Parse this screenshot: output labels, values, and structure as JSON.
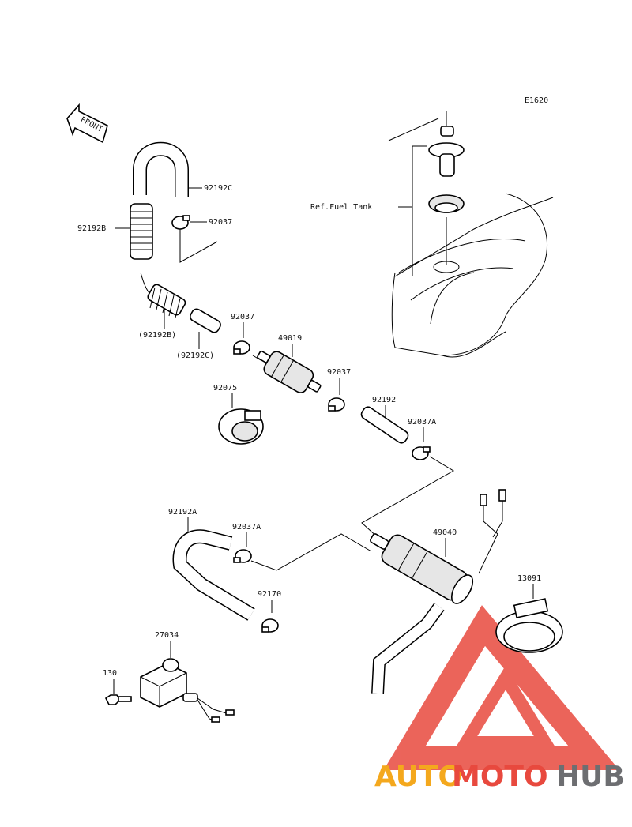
{
  "diagram": {
    "code": "E1620",
    "front_label": "FRONT",
    "ref_label": "Ref.Fuel Tank",
    "parts": [
      "92192C",
      "92037",
      "92192B",
      "(92192B)",
      "(92192C)",
      "92037",
      "49019",
      "92075",
      "92037",
      "92192",
      "92037A",
      "92192A",
      "92037A",
      "49040",
      "13091",
      "92170",
      "27034",
      "130"
    ]
  },
  "watermark": {
    "brand_auto": "AUTO",
    "brand_moto": "MOTO",
    "brand_hub": "HUB",
    "colors": {
      "auto": "#f4a81d",
      "moto": "#e8493e",
      "hub": "#6d6e71",
      "triangle": "#e8493e"
    }
  }
}
